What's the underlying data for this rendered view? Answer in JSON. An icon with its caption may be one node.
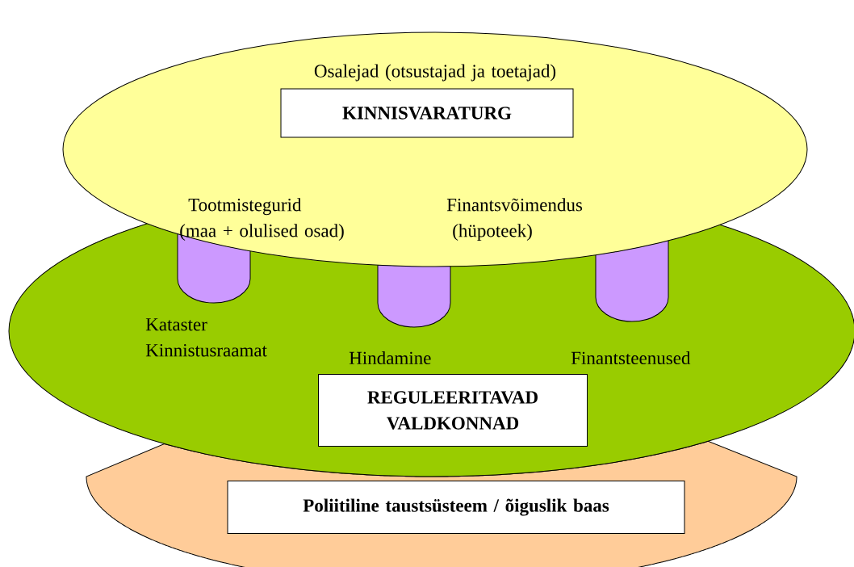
{
  "diagram": {
    "nodes": [
      {
        "text": [
          "Osalejad (otsustajad ja toetajad)",
          "Tootmistegurid (maa + olulised osad)",
          "Finantsvõimendus (hüpoteek)"
        ]
      },
      {
        "text": [
          "KINNISVARATURG"
        ],
        "in": 0
      },
      {
        "text": [
          "Kataster Kinnistusraamat",
          "Hindamine",
          "Finantsteenused"
        ]
      },
      {
        "text": [
          "REGULEERITAVAD VALDKONNAD"
        ],
        "in": 2
      },
      {
        "text": [],
        "shape": "cylinder",
        "in": 2
      },
      {
        "text": [],
        "shape": "cylinder",
        "in": 2
      },
      {
        "text": [],
        "shape": "cylinder",
        "in": 2
      },
      {
        "text": [],
        "shape": "ellipse"
      },
      {
        "text": [
          "Poliitiline taustsüsteem / õiguslik baas"
        ],
        "in": 7
      }
    ],
    "edges": []
  }
}
